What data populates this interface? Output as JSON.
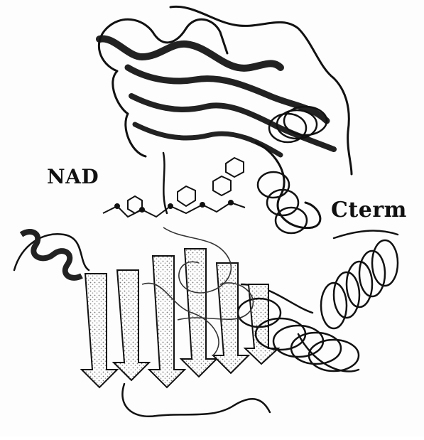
{
  "labels": {
    "nad": "NAD",
    "cterm": "Cterm"
  },
  "icons": {
    "ribbon": "protein-ribbon-structure",
    "helix": "alpha-helix-coil",
    "ligand": "nad-ligand-molecule"
  },
  "colors": {
    "ink": "#111111",
    "paper": "#fdfdfd",
    "stipple": "#8a8a8a"
  }
}
